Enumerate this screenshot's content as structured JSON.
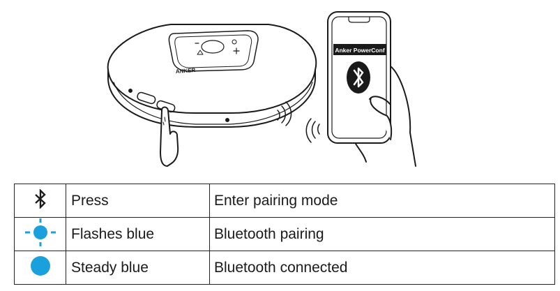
{
  "illustration": {
    "speaker_brand": "ANKER",
    "phone_screen_title": "Anker PowerConf"
  },
  "colors": {
    "led_blue": "#1aa1dd",
    "line": "#1a1a1a"
  },
  "table": {
    "rows": [
      {
        "icon": "bluetooth-icon",
        "action": "Press",
        "result": "Enter pairing mode"
      },
      {
        "icon": "led-flashing-blue-icon",
        "action": "Flashes blue",
        "result": "Bluetooth pairing"
      },
      {
        "icon": "led-steady-blue-icon",
        "action": "Steady blue",
        "result": "Bluetooth connected"
      }
    ]
  }
}
